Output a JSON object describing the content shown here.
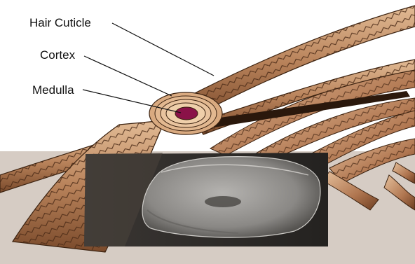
{
  "labels": {
    "hair_cuticle": "Hair Cuticle",
    "cortex": "Cortex",
    "medulla": "Medulla"
  },
  "colors": {
    "background": "#ffffff",
    "skin_band": "#d6ccc4",
    "hair_light": "#d9b08a",
    "hair_mid": "#b57a52",
    "hair_dark": "#6a3e22",
    "cortex_ring": "#e8c39b",
    "medulla": "#8a1248",
    "micrograph_bg": "#2f2d2b",
    "micrograph_fiber": "#8f8d8a",
    "leader_line": "#111111"
  }
}
